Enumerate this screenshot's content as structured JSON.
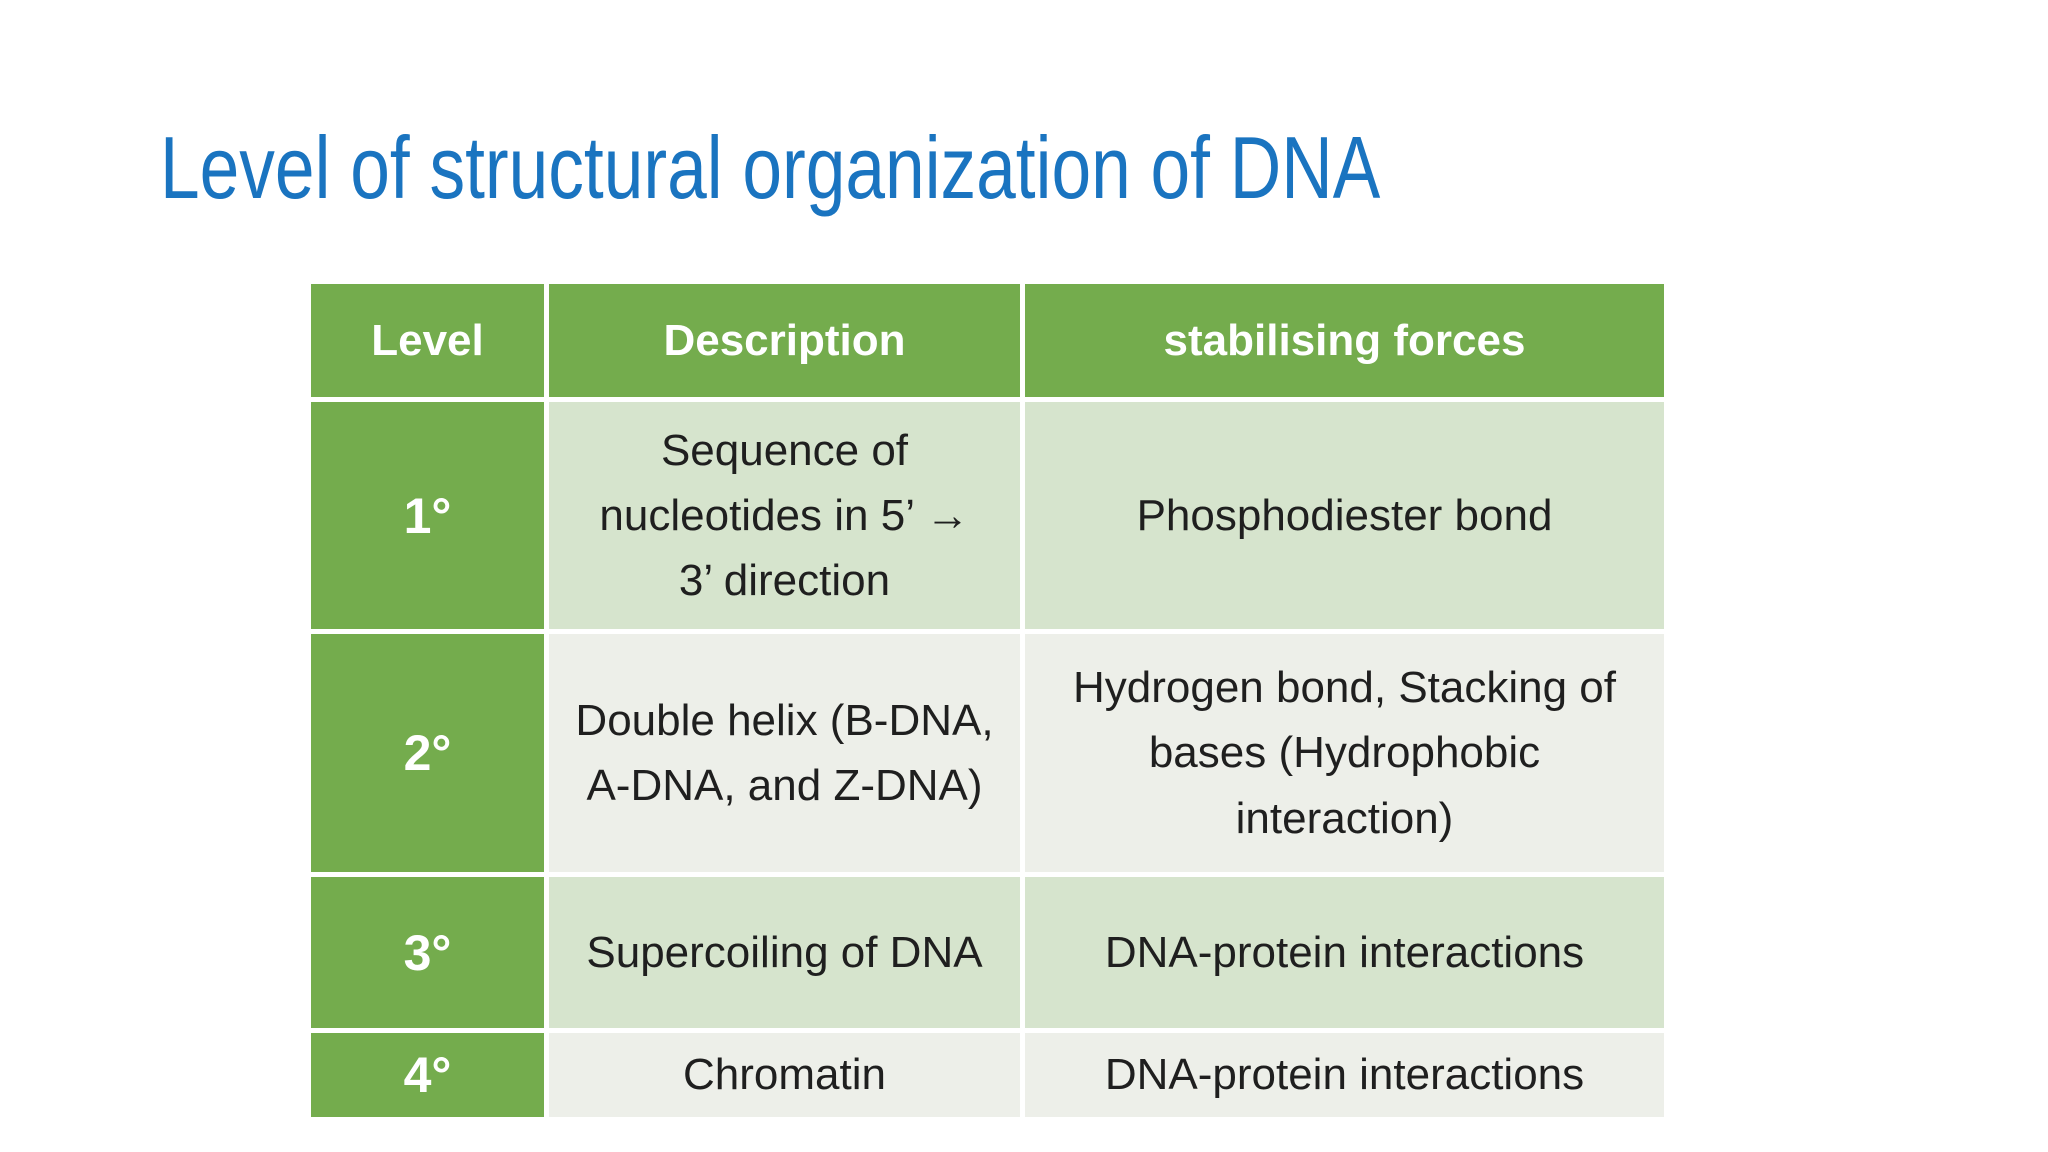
{
  "slide": {
    "title": "Level of structural organization of DNA"
  },
  "colors": {
    "title_blue": "#1A74C0",
    "header_green": "#74AC4D",
    "row_band_light_green": "#D6E4CD",
    "row_band_pale": "#EDEFE9",
    "body_text": "#1F1F1F",
    "header_text": "#FFFFFF"
  },
  "table": {
    "headers": {
      "level": "Level",
      "description": "Description",
      "forces": "stabilising forces"
    },
    "rows": [
      {
        "level": "1°",
        "description": "Sequence of\nnucleotides in 5’ →\n3’ direction",
        "forces": "Phosphodiester bond"
      },
      {
        "level": "2°",
        "description": "Double helix (B-DNA,\nA-DNA, and Z-DNA)",
        "forces": "Hydrogen bond, Stacking of\nbases (Hydrophobic\ninteraction)"
      },
      {
        "level": "3°",
        "description": "Supercoiling of DNA",
        "forces": "DNA-protein interactions"
      },
      {
        "level": "4°",
        "description": "Chromatin",
        "forces": "DNA-protein interactions"
      }
    ]
  }
}
